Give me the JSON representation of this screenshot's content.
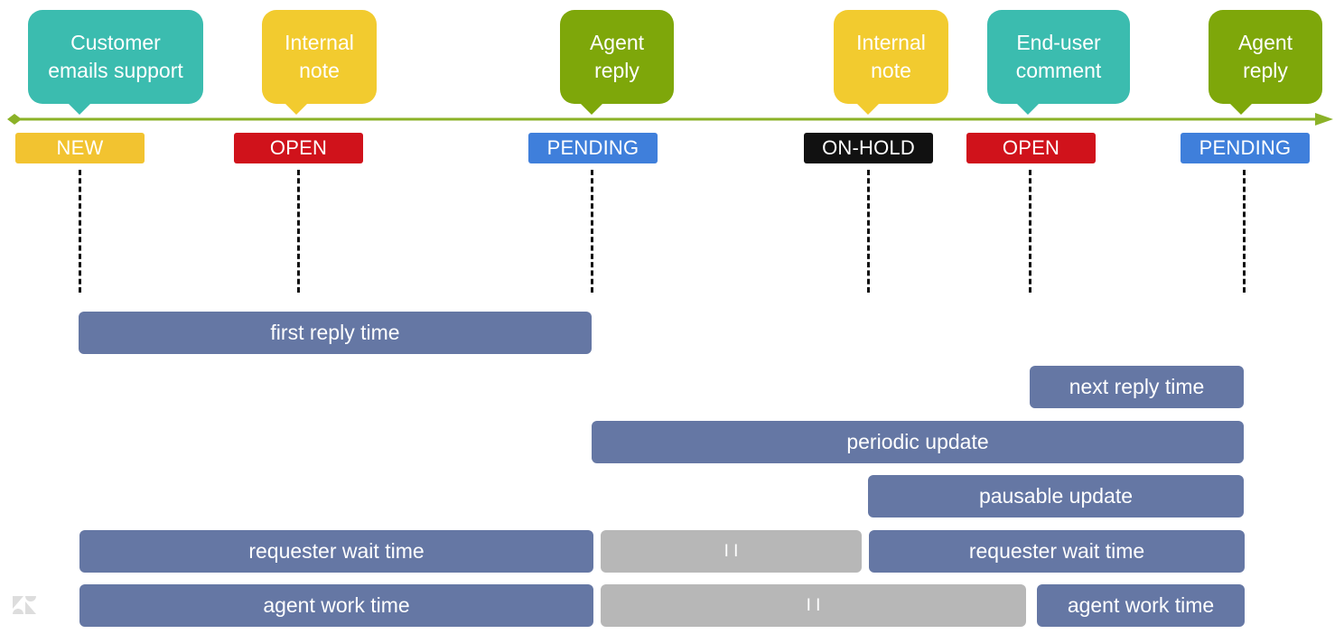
{
  "colors": {
    "teal": "#3bbcaf",
    "yellow": "#f2cb2f",
    "green": "#7ea70a",
    "axis_green": "#8bb227",
    "red": "#d0121b",
    "blue": "#3f7fdb",
    "black": "#111111",
    "bar_blue": "#6577a4",
    "bar_gray": "#b7b7b7"
  },
  "events": [
    {
      "label": "Customer\nemails support",
      "color": "teal"
    },
    {
      "label": "Internal\nnote",
      "color": "yellow"
    },
    {
      "label": "Agent\nreply",
      "color": "green"
    },
    {
      "label": "Internal\nnote",
      "color": "yellow"
    },
    {
      "label": "End-user\ncomment",
      "color": "teal"
    },
    {
      "label": "Agent\nreply",
      "color": "green"
    }
  ],
  "statuses": [
    {
      "label": "NEW",
      "color": "yellow"
    },
    {
      "label": "OPEN",
      "color": "red"
    },
    {
      "label": "PENDING",
      "color": "blue"
    },
    {
      "label": "ON-HOLD",
      "color": "black"
    },
    {
      "label": "OPEN",
      "color": "red"
    },
    {
      "label": "PENDING",
      "color": "blue"
    }
  ],
  "bars": [
    {
      "label": "first reply time"
    },
    {
      "label": "next reply time"
    },
    {
      "label": "periodic update"
    },
    {
      "label": "pausable update"
    },
    {
      "label": "requester wait time"
    },
    {
      "label": "I I"
    },
    {
      "label": "requester wait time"
    },
    {
      "label": "agent work time"
    },
    {
      "label": "I I"
    },
    {
      "label": "agent work time"
    }
  ],
  "logo_icon": "zendesk-logo-icon"
}
